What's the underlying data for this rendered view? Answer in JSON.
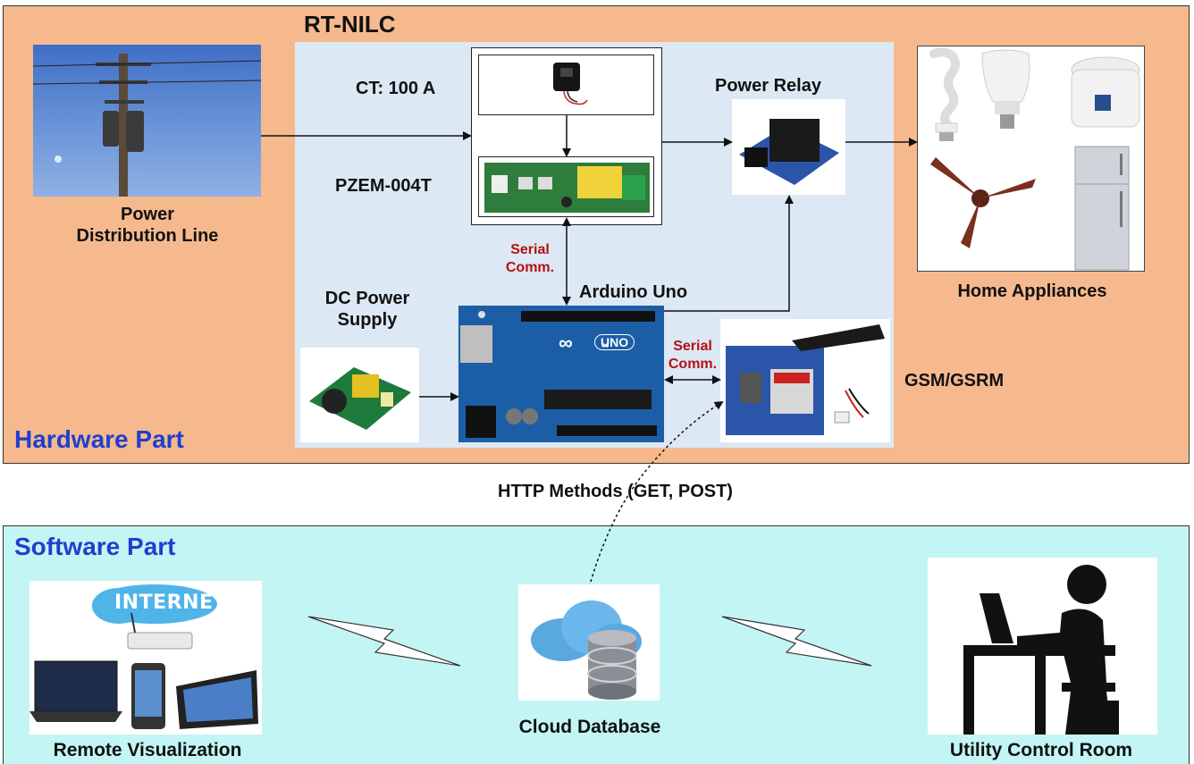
{
  "hardware": {
    "section_title": "Hardware Part",
    "rt_nilc_title": "RT-NILC",
    "power_line_label": "Power\nDistribution Line",
    "ct_label": "CT: 100 A",
    "pzem_label": "PZEM-004T",
    "serial_comm_1": "Serial\nComm.",
    "arduino_label": "Arduino Uno",
    "dc_supply_label": "DC Power\nSupply",
    "serial_comm_2": "Serial\nComm.",
    "power_relay_label": "Power Relay",
    "gsm_label": "GSM/GSRM",
    "home_appliances_label": "Home Appliances",
    "arduino_logo_text": "UNO"
  },
  "http_methods_label": "HTTP Methods (GET, POST)",
  "software": {
    "section_title": "Software Part",
    "internet_badge": "INTERNET",
    "remote_label": "Remote Visualization",
    "cloud_label": "Cloud Database",
    "utility_label": "Utility Control Room"
  },
  "colors": {
    "hardware_bg": "#f6b98d",
    "software_bg": "#c4f5f5",
    "rt_nilc_bg": "#dce8f4",
    "title_blue": "#1f3fcf",
    "serial_red": "#b51010"
  }
}
